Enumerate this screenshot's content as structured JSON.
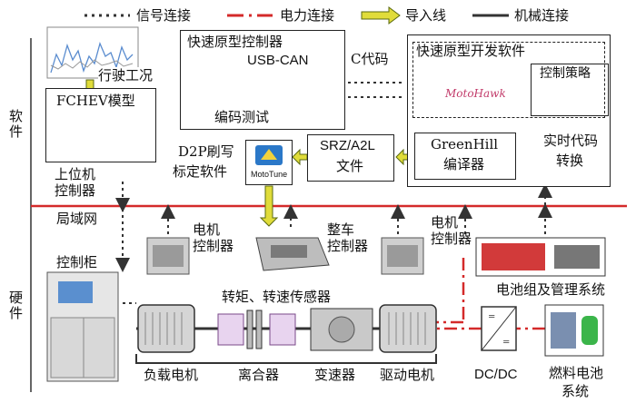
{
  "legend": {
    "signal": "信号连接",
    "power": "电力连接",
    "guide": "导入线",
    "mechanical": "机械连接"
  },
  "sections": {
    "software": "软件",
    "hardware": "硬件"
  },
  "labels": {
    "driving_cycle": "行驶工况",
    "fchev_model": "FCHEV模型",
    "host_controller": "上位机\n控制器",
    "rapid_controller": "快速原型控制器",
    "usb_can": "USB-CAN",
    "c_code": "C代码",
    "code_test": "编码测试",
    "rapid_software": "快速原型开发软件",
    "control_strategy": "控制策略",
    "motohawk": "MotoHawk",
    "greenhill": "GreenHill",
    "compiler": "编译器",
    "realtime_code": "实时代码",
    "convert": "转换",
    "srz_a2l": "SRZ/A2L",
    "file": "文件",
    "d2p": "D2P刷写",
    "calib_software": "标定软件",
    "mototune": "MotoTune",
    "lan": "局域网",
    "motor_ctrl_left": "电机\n控制器",
    "vehicle_ctrl": "整车\n控制器",
    "motor_ctrl_right": "电机\n控制器",
    "control_cabinet": "控制柜",
    "torque_sensor": "转矩、转速传感器",
    "battery_system": "电池组及管理系统",
    "load_motor": "负载电机",
    "clutch": "离合器",
    "transmission": "变速器",
    "drive_motor": "驱动电机",
    "dcdc": "DC/DC",
    "fuel_cell": "燃料电池",
    "system": "系统"
  },
  "colors": {
    "signal": "#333333",
    "power": "#d42a2a",
    "guide_fill": "#e0dc3a",
    "guide_stroke": "#5a6a10",
    "mechanical": "#333333"
  }
}
